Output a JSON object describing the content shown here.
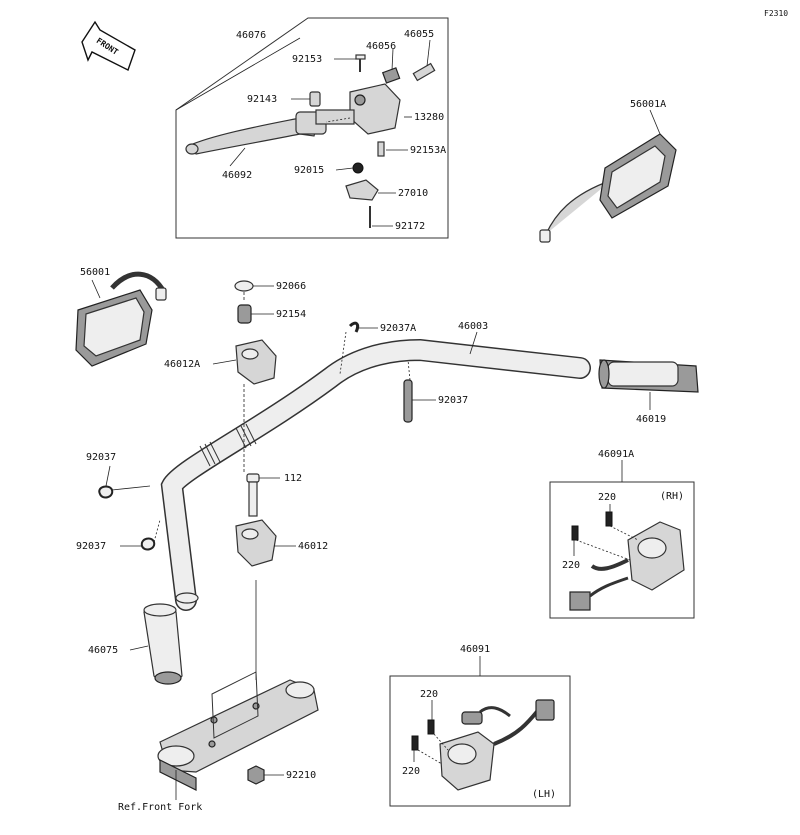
{
  "figure_code": "F2310",
  "front_marker": "FRONT",
  "reference_text": "Ref.Front Fork",
  "side_tags": {
    "right": "(RH)",
    "left": "(LH)"
  },
  "callouts": {
    "c46076": "46076",
    "c46055": "46055",
    "c46056": "46056",
    "c92153": "92153",
    "c92143": "92143",
    "c13280": "13280",
    "c92153A": "92153A",
    "c92015": "92015",
    "c27010": "27010",
    "c92172": "92172",
    "c46092": "46092",
    "c56001A": "56001A",
    "c56001": "56001",
    "c92066": "92066",
    "c92154": "92154",
    "c92037A": "92037A",
    "c46003": "46003",
    "c46012A": "46012A",
    "c92037_mid": "92037",
    "c46019": "46019",
    "c92037_left_top": "92037",
    "c112": "112",
    "c46091A": "46091A",
    "c220_rh_a": "220",
    "c220_rh_b": "220",
    "c92037_left_bot": "92037",
    "c46012": "46012",
    "c46075": "46075",
    "c46091": "46091",
    "c220_lh_a": "220",
    "c220_lh_b": "220",
    "c92210": "92210"
  }
}
